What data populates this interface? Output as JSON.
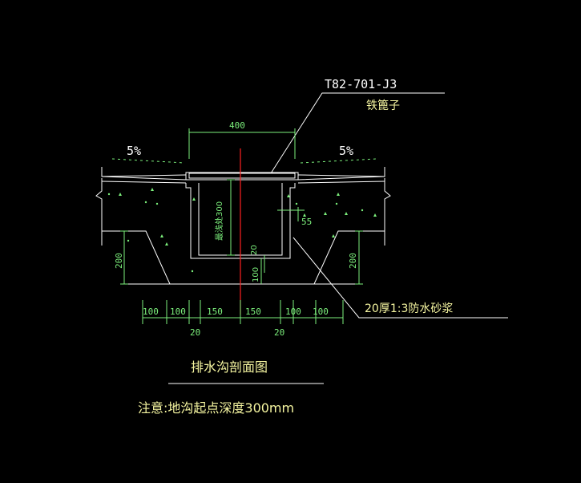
{
  "labels": {
    "grate_code": "T82-701-J3",
    "grate_name": "铁篦子",
    "slope_left": "5%",
    "slope_right": "5%",
    "top_width": "400",
    "min_depth": "最浅处300",
    "dim_55": "55",
    "dim_20_inner": "20",
    "dim_100_inner": "100",
    "dim_200_left": "200",
    "dim_200_right": "200",
    "mortar_note": "20厚1:3防水砂浆",
    "title": "排水沟剖面图",
    "note": "注意:地沟起点深度300mm"
  },
  "bottom_dims": {
    "row1": [
      "100",
      "100",
      "150",
      "150",
      "100",
      "100"
    ],
    "row2": [
      "20",
      "20"
    ]
  },
  "colors": {
    "background": "#000000",
    "white": "#ffffff",
    "green": "#7cf07c",
    "yellow": "#f5f5a0",
    "red": "#ff2020"
  }
}
